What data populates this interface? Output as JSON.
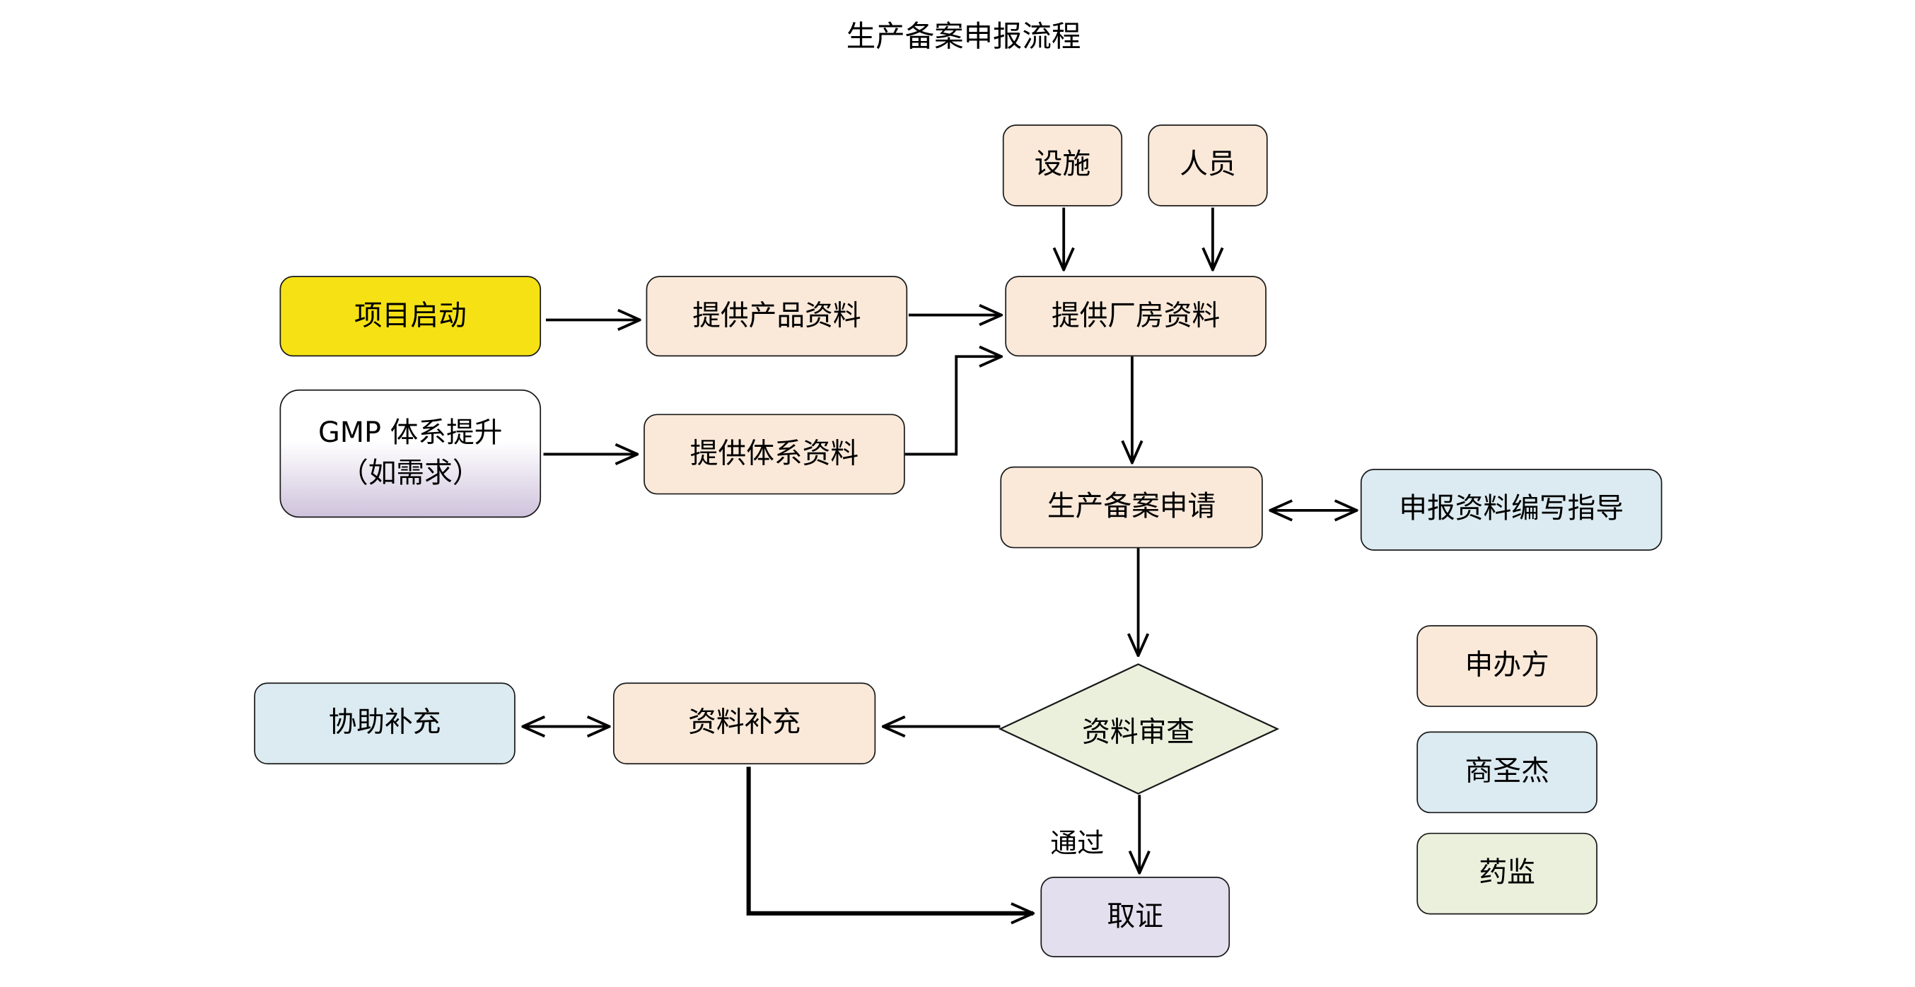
{
  "title": "生产备案申报流程",
  "nodes": {
    "facility": "设施",
    "personnel": "人员",
    "project_start": "项目启动",
    "product_docs": "提供产品资料",
    "plant_docs": "提供厂房资料",
    "gmp_line1": "GMP 体系提升",
    "gmp_line2": "（如需求）",
    "system_docs": "提供体系资料",
    "production_filing": "生产备案申请",
    "writing_guidance": "申报资料编写指导",
    "review": "资料审查",
    "supplement": "资料补充",
    "assist_supplement": "协助补充",
    "certificate": "取证"
  },
  "edge_labels": {
    "passed": "通过"
  },
  "legend": [
    {
      "label": "申办方",
      "color": "#fae9d9"
    },
    {
      "label": "商圣杰",
      "color": "#dcebf1"
    },
    {
      "label": "药监",
      "color": "#ebf0dd"
    }
  ]
}
